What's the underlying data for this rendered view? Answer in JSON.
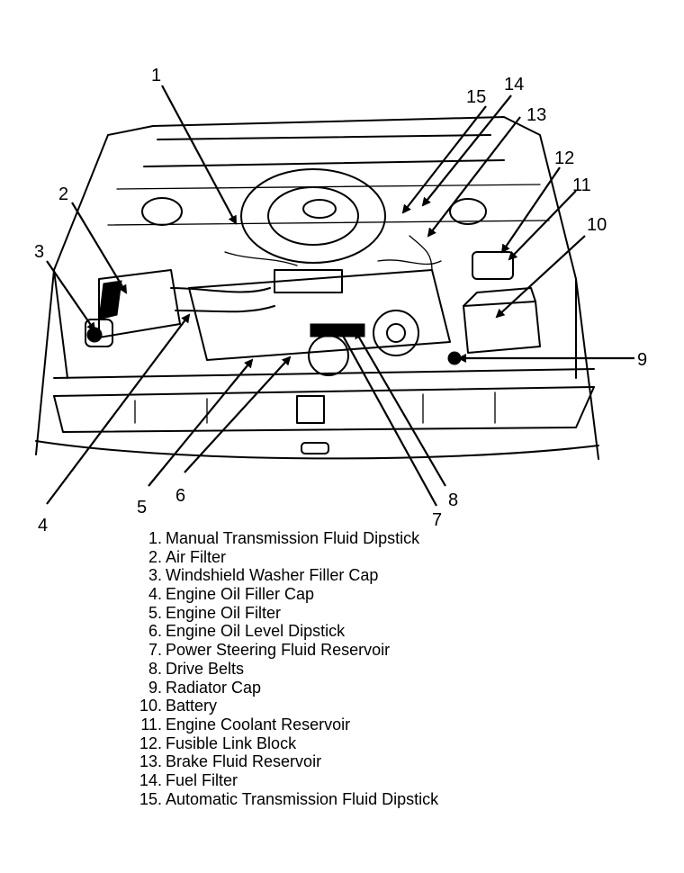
{
  "callouts": [
    {
      "num": "1"
    },
    {
      "num": "2"
    },
    {
      "num": "3"
    },
    {
      "num": "4"
    },
    {
      "num": "5"
    },
    {
      "num": "6"
    },
    {
      "num": "7"
    },
    {
      "num": "8"
    },
    {
      "num": "9"
    },
    {
      "num": "10"
    },
    {
      "num": "11"
    },
    {
      "num": "12"
    },
    {
      "num": "13"
    },
    {
      "num": "14"
    },
    {
      "num": "15"
    }
  ],
  "legend": [
    {
      "num": "1.",
      "label": "Manual Transmission Fluid Dipstick"
    },
    {
      "num": "2.",
      "label": "Air Filter"
    },
    {
      "num": "3.",
      "label": "Windshield Washer Filler Cap"
    },
    {
      "num": "4.",
      "label": "Engine Oil Filler Cap"
    },
    {
      "num": "5.",
      "label": "Engine Oil Filter"
    },
    {
      "num": "6.",
      "label": "Engine Oil Level Dipstick"
    },
    {
      "num": "7.",
      "label": "Power Steering Fluid Reservoir"
    },
    {
      "num": "8.",
      "label": "Drive Belts"
    },
    {
      "num": "9.",
      "label": "Radiator Cap"
    },
    {
      "num": "10.",
      "label": "Battery"
    },
    {
      "num": "11.",
      "label": "Engine Coolant Reservoir"
    },
    {
      "num": "12.",
      "label": "Fusible Link Block"
    },
    {
      "num": "13.",
      "label": "Brake Fluid Reservoir"
    },
    {
      "num": "14.",
      "label": "Fuel Filter"
    },
    {
      "num": "15.",
      "label": "Automatic Transmission Fluid Dipstick"
    }
  ]
}
